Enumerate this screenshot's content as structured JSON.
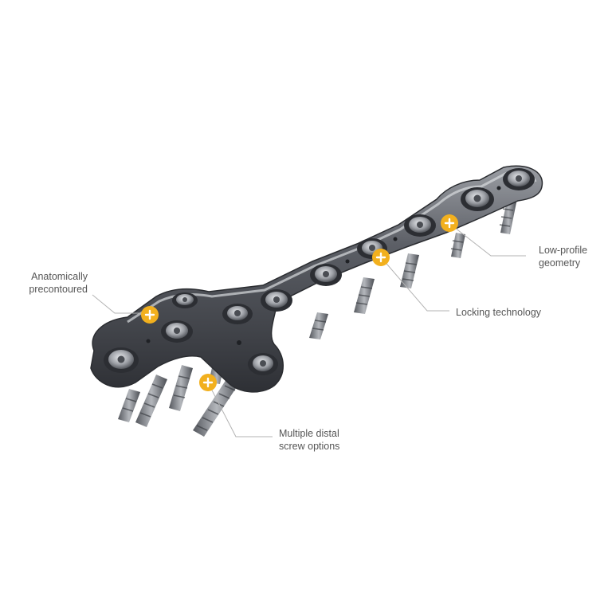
{
  "colors": {
    "background": "#ffffff",
    "plate_dark": "#3b3d42",
    "plate_mid": "#6f7279",
    "plate_light": "#c9ccd1",
    "screw": "#8a8d93",
    "accent": "#f2b01e",
    "leader": "#b3b3b3",
    "label_text": "#555555"
  },
  "callouts": [
    {
      "id": "anatomically",
      "lines": [
        "Anatomically",
        "precontoured"
      ],
      "icon": "plus-icon"
    },
    {
      "id": "multiple",
      "lines": [
        "Multiple distal",
        "screw options"
      ],
      "icon": "plus-icon"
    },
    {
      "id": "locking",
      "lines": [
        "Locking technology"
      ],
      "icon": "plus-icon"
    },
    {
      "id": "lowprofile",
      "lines": [
        "Low-profile",
        "geometry"
      ],
      "icon": "plus-icon"
    }
  ]
}
